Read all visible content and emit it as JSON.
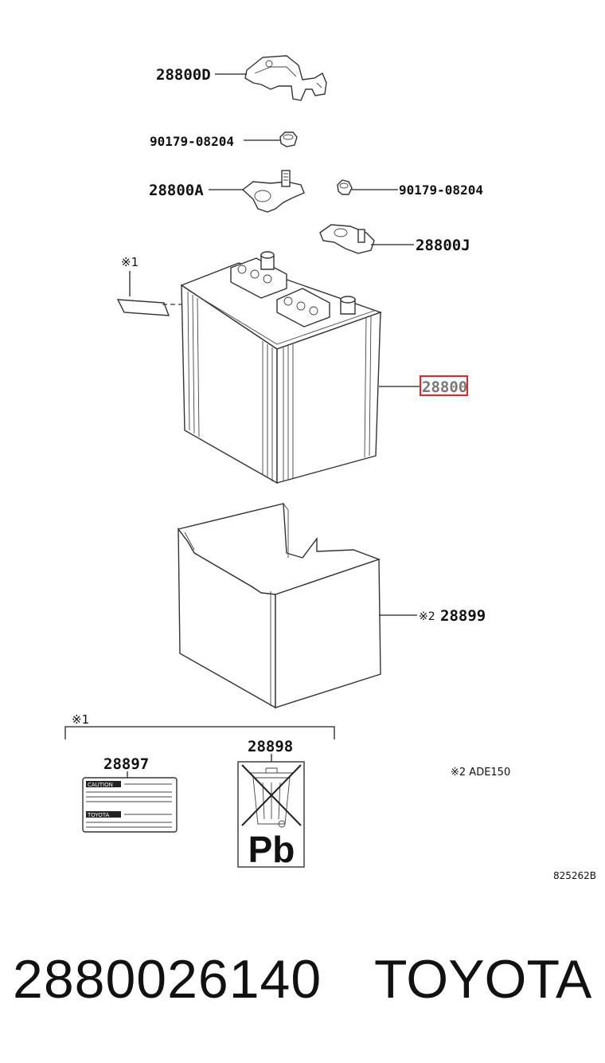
{
  "callouts": {
    "cover_top": "28800D",
    "nut_a": "90179-08204",
    "terminal_a": "28800A",
    "nut_b": "90179-08204",
    "terminal_j": "28800J",
    "battery": "28800",
    "note_marker_1": "※1",
    "tray": "28899",
    "tray_marker": "※2",
    "group_marker": "※1",
    "caution_label": "28897",
    "recycle_label": "28898",
    "note_2": "※2 ADE150",
    "diagram_code": "825262B"
  },
  "label_art": {
    "recycle_text": "Pb",
    "caution_row1": "CAUTION",
    "caution_row2": "TOYOTA"
  },
  "highlight_color": "#e0262b",
  "footer": {
    "part_number": "2880026140",
    "brand": "TOYOTA"
  }
}
